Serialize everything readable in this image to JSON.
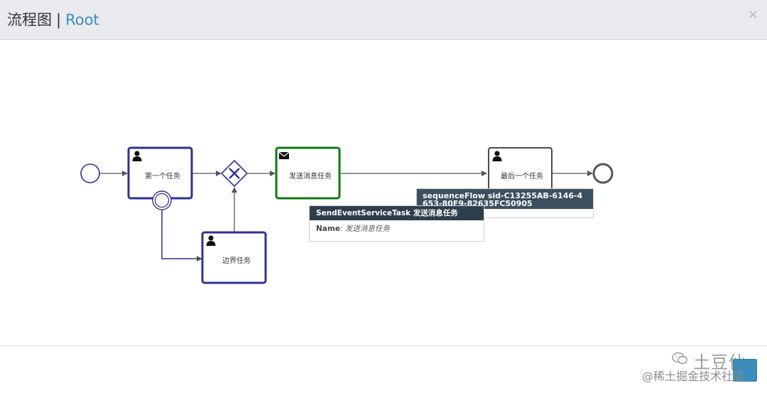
{
  "header": {
    "title_prefix": "流程图",
    "separator": "|",
    "title_root": "Root",
    "close_symbol": "×"
  },
  "diagram": {
    "tasks": {
      "first": "第一个任务",
      "boundary": "边界任务",
      "send": "发送消息任务",
      "last": "最后一个任务"
    }
  },
  "tooltips": {
    "send_task": {
      "title": "SendEventServiceTask 发送消息任务",
      "name_key": "Name",
      "name_value": "发送消息任务"
    },
    "flow": {
      "title": "sequenceFlow sid-C13255AB-6146-4653-80F9-82635FC50905"
    }
  },
  "watermark": {
    "main": "土豆仙",
    "sub": "@稀土掘金技术社区"
  },
  "colors": {
    "header_bg": "#e9ebee",
    "accent": "#3c8dbc",
    "task_blue": "#2e3192",
    "task_green": "#0f7a0f",
    "tooltip_dark": "#2f3e4d"
  }
}
